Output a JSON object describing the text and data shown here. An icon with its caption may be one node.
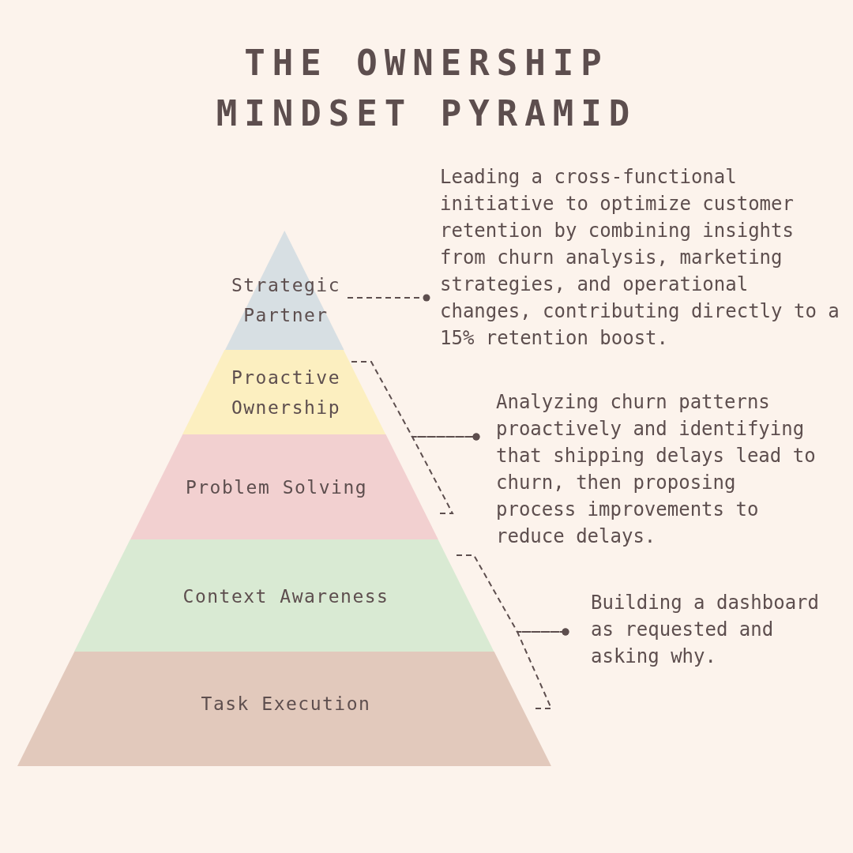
{
  "diagram": {
    "title": "THE OWNERSHIP MINDSET PYRAMID",
    "nodes": [
      {
        "text": [
          "Strategic Partner"
        ]
      },
      {
        "text": [
          "Proactive Ownership"
        ]
      },
      {
        "text": [
          "Problem Solving"
        ]
      },
      {
        "text": [
          "Context Awareness"
        ]
      },
      {
        "text": [
          "Task Execution"
        ]
      },
      {
        "text": [
          "Leading a cross-functional initiative to optimize customer retention by combining insights from churn analysis, marketing strategies, and operational changes, contributing directly to a 15% retention boost."
        ]
      },
      {
        "text": [
          "Analyzing churn patterns proactively and identifying that shipping delays lead to churn, then proposing process improvements to reduce delays."
        ]
      },
      {
        "text": [
          "Building a dashboard as requested and asking why."
        ]
      }
    ],
    "edges": [
      {
        "from": 0,
        "to": 5,
        "arrow": "other",
        "style": "dashed"
      },
      {
        "from": 1,
        "to": 6,
        "arrow": "other",
        "style": "dashed"
      },
      {
        "from": 2,
        "to": 6,
        "arrow": "other",
        "style": "dashed"
      },
      {
        "from": 3,
        "to": 7,
        "arrow": "other",
        "style": "dashed"
      },
      {
        "from": 4,
        "to": 7,
        "arrow": "other",
        "style": "dashed"
      }
    ]
  }
}
